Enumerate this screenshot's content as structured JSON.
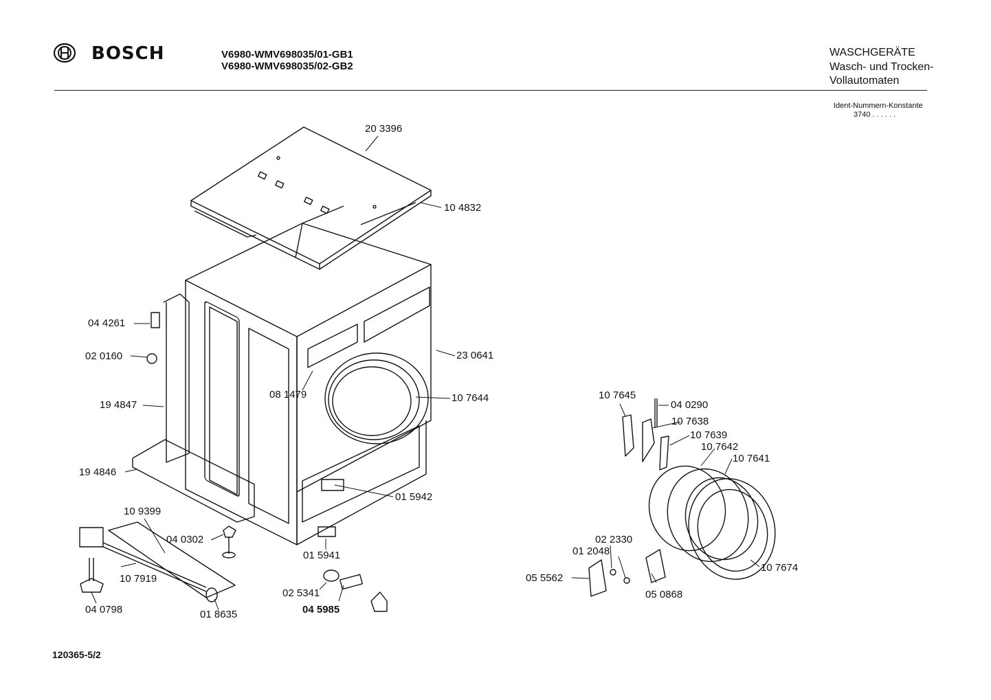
{
  "header": {
    "brand": "BOSCH",
    "model_lines": [
      "V6980-WMV698035/01-GB1",
      "V6980-WMV698035/02-GB2"
    ],
    "category_lines": [
      "WASCHGERÄTE",
      "Wasch- und Trocken-",
      "Vollautomaten"
    ],
    "ident_label": "Ident-Nummern-Konstante",
    "ident_value": "3740  . .   . . . ."
  },
  "footer": {
    "doc_number": "120365-5/2"
  },
  "parts": [
    {
      "id": "203396",
      "label": "20 3396",
      "bold": false
    },
    {
      "id": "104832",
      "label": "10 4832",
      "bold": false
    },
    {
      "id": "044261",
      "label": "04 4261",
      "bold": false
    },
    {
      "id": "020160",
      "label": "02 0160",
      "bold": false
    },
    {
      "id": "230641",
      "label": "23 0641",
      "bold": false
    },
    {
      "id": "081479",
      "label": "08 1479",
      "bold": false
    },
    {
      "id": "107644",
      "label": "10 7644",
      "bold": false
    },
    {
      "id": "194847",
      "label": "19 4847",
      "bold": false
    },
    {
      "id": "194846",
      "label": "19 4846",
      "bold": false
    },
    {
      "id": "015942",
      "label": "01 5942",
      "bold": false
    },
    {
      "id": "109399",
      "label": "10 9399",
      "bold": false
    },
    {
      "id": "040302",
      "label": "04 0302",
      "bold": false
    },
    {
      "id": "015941",
      "label": "01 5941",
      "bold": false
    },
    {
      "id": "107919",
      "label": "10 7919",
      "bold": false
    },
    {
      "id": "025341",
      "label": "02 5341",
      "bold": false
    },
    {
      "id": "045985",
      "label": "04 5985",
      "bold": true
    },
    {
      "id": "040798",
      "label": "04 0798",
      "bold": false
    },
    {
      "id": "018635",
      "label": "01 8635",
      "bold": false
    },
    {
      "id": "107645",
      "label": "10 7645",
      "bold": false
    },
    {
      "id": "040290",
      "label": "04 0290",
      "bold": false
    },
    {
      "id": "107638",
      "label": "10 7638",
      "bold": false
    },
    {
      "id": "107639",
      "label": "10 7639",
      "bold": false
    },
    {
      "id": "107642",
      "label": "10 7642",
      "bold": false
    },
    {
      "id": "107641",
      "label": "10 7641",
      "bold": false
    },
    {
      "id": "022330",
      "label": "02 2330",
      "bold": false
    },
    {
      "id": "012048",
      "label": "01 2048",
      "bold": false
    },
    {
      "id": "055562",
      "label": "05 5562",
      "bold": false
    },
    {
      "id": "050868",
      "label": "05 0868",
      "bold": false
    },
    {
      "id": "107674",
      "label": "10 7674",
      "bold": false
    }
  ]
}
